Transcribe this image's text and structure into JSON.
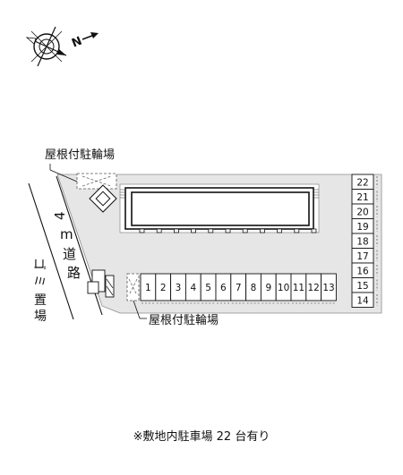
{
  "compass": {
    "north_label": "N"
  },
  "labels": {
    "bike_top": "屋根付駐輪場",
    "bike_bottom": "屋根付駐輪場",
    "road_width": "4",
    "road_unit": "m",
    "road_char1": "道",
    "road_char2": "路",
    "garbage1": "ゴ",
    "garbage2": "ミ",
    "garbage3": "置",
    "garbage4": "場"
  },
  "parking": {
    "bottom_row": [
      "1",
      "2",
      "3",
      "4",
      "5",
      "6",
      "7",
      "8",
      "9",
      "10",
      "11",
      "12",
      "13"
    ],
    "right_column": [
      "22",
      "21",
      "20",
      "19",
      "18",
      "17",
      "16",
      "15",
      "14"
    ],
    "total": 22
  },
  "footer_note": "※敷地内駐車場 22 台有り"
}
